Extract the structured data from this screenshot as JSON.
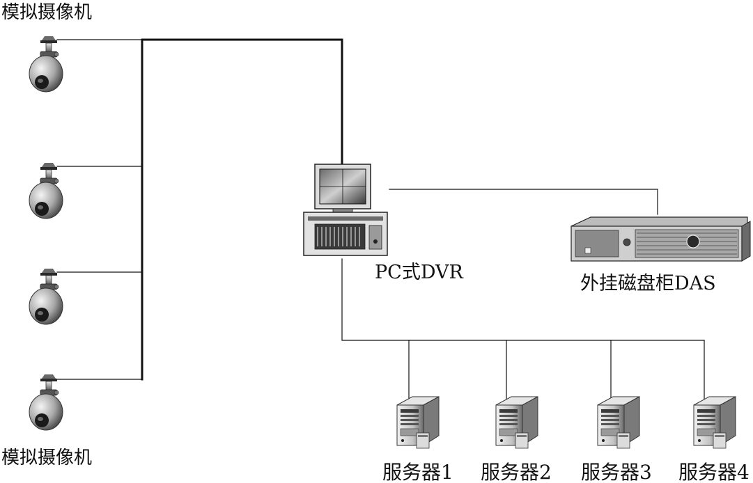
{
  "labels": {
    "camera_top": "模拟摄像机",
    "camera_bottom": "模拟摄像机",
    "dvr": "PC式DVR",
    "das": "外挂磁盘柜DAS"
  },
  "servers": [
    {
      "label": "服务器1"
    },
    {
      "label": "服务器2"
    },
    {
      "label": "服务器3"
    },
    {
      "label": "服务器4"
    }
  ],
  "colors": {
    "line": "#111111",
    "device_dark": "#2a2a2a",
    "device_mid": "#8c8c8c",
    "device_light": "#d9d9d9"
  }
}
